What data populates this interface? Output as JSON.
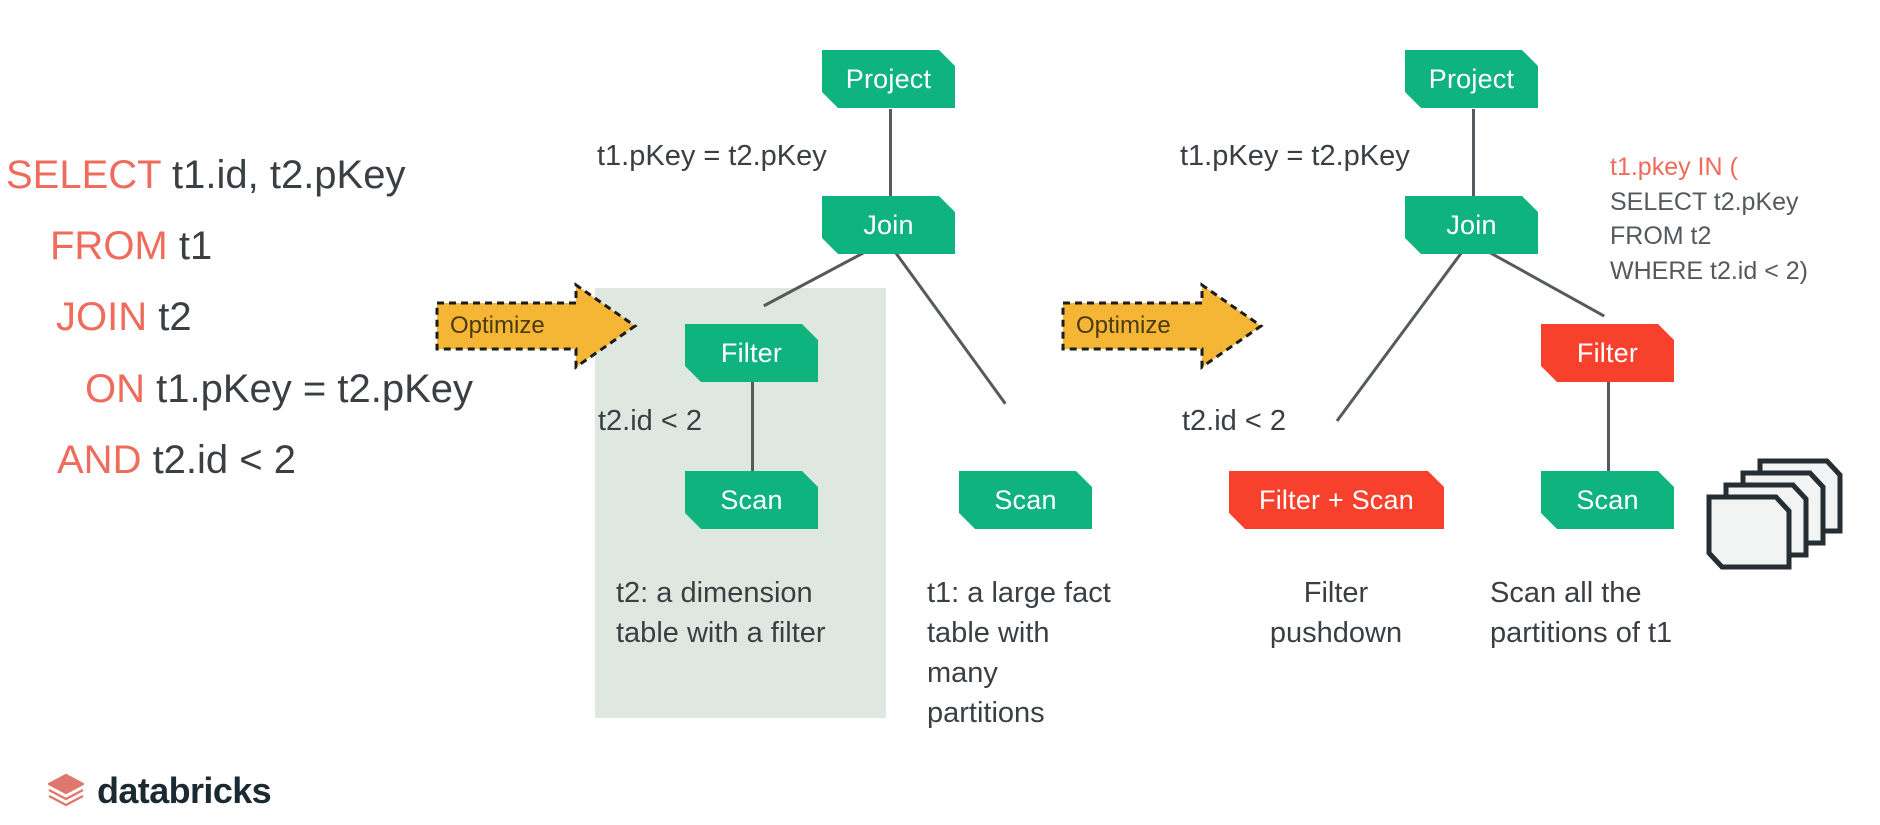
{
  "sql": {
    "lines": [
      {
        "keyword": "SELECT",
        "rest": " t1.id, t2.pKey"
      },
      {
        "keyword": "FROM",
        "rest": " t1"
      },
      {
        "keyword": "JOIN",
        "rest": " t2"
      },
      {
        "keyword": "ON",
        "rest": " t1.pKey = t2.pKey"
      },
      {
        "keyword": "AND",
        "rest": " t2.id < 2"
      }
    ]
  },
  "arrows": [
    {
      "label": "Optimize"
    },
    {
      "label": "Optimize"
    }
  ],
  "left_plan": {
    "nodes": [
      {
        "label": "Project",
        "color": "green"
      },
      {
        "label": "Join",
        "color": "green"
      },
      {
        "label": "Filter",
        "color": "green"
      },
      {
        "label": "Scan",
        "color": "green"
      },
      {
        "label": "Scan",
        "color": "green"
      }
    ],
    "join_condition": "t1.pKey = t2.pKey",
    "filter_condition": "t2.id < 2",
    "captions": [
      "t2: a dimension table with a filter",
      "t1: a large fact table with many partitions"
    ]
  },
  "right_plan": {
    "nodes": [
      {
        "label": "Project",
        "color": "green"
      },
      {
        "label": "Join",
        "color": "green"
      },
      {
        "label": "Filter + Scan",
        "color": "red"
      },
      {
        "label": "Filter",
        "color": "red"
      },
      {
        "label": "Scan",
        "color": "green"
      }
    ],
    "join_condition": "t1.pKey = t2.pKey",
    "filter_condition": "t2.id < 2",
    "subquery": {
      "highlight": "t1.pkey IN (",
      "body_lines": [
        "SELECT t2.pKey",
        "FROM t2",
        " WHERE t2.id < 2)"
      ]
    },
    "captions": [
      "Filter pushdown",
      "Scan all the partitions of t1"
    ]
  },
  "brand": {
    "name": "databricks"
  },
  "colors": {
    "node_green": "#0fb37e",
    "node_red": "#f7412d",
    "keyword_red": "#ef6b5c",
    "arrow_amber": "#f5b635",
    "highlight_band": "#dee8e0",
    "edge_gray": "#555a5f",
    "text_dark": "#3a3f44"
  }
}
